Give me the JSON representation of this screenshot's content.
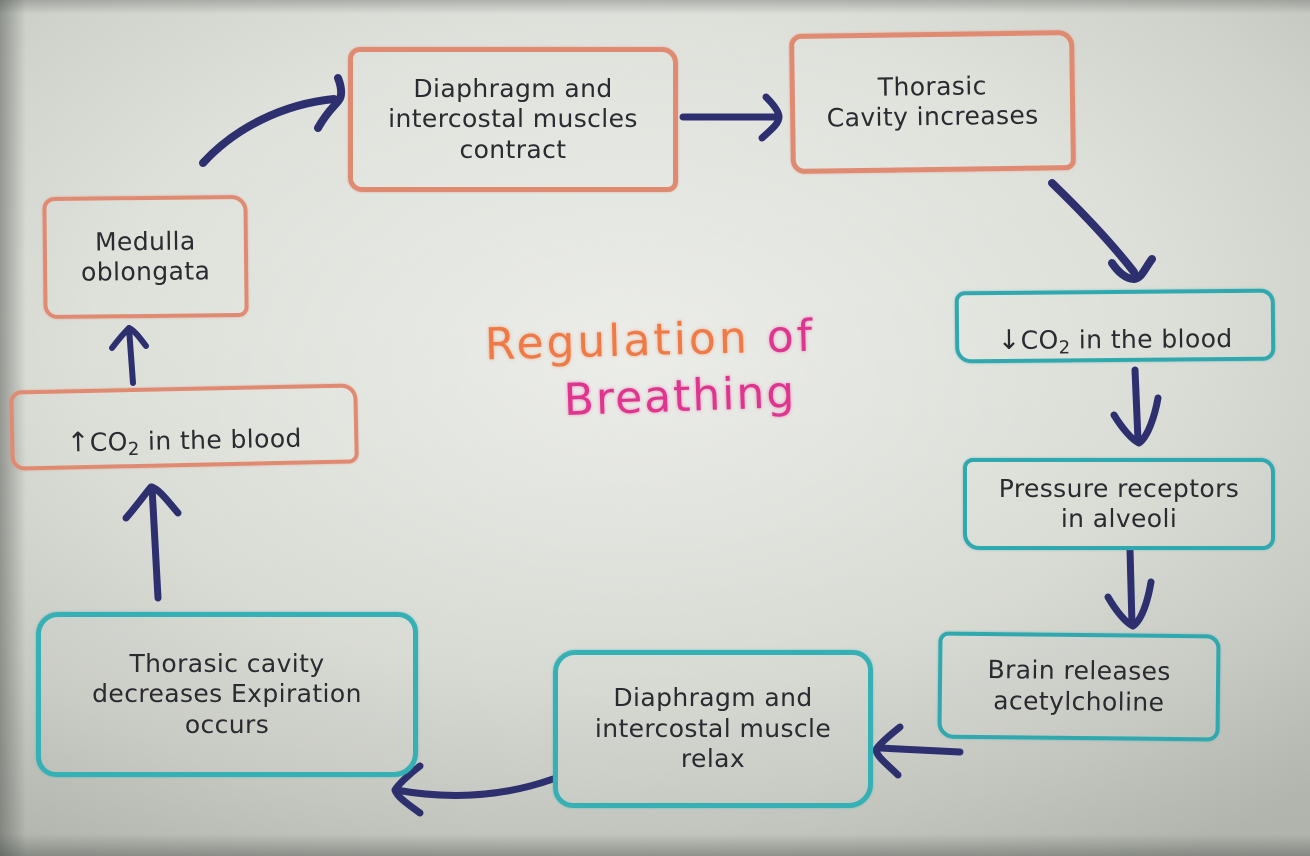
{
  "diagram": {
    "title_line1": "Regulation",
    "title_word_of": "of",
    "title_line2": "Breathing",
    "title_color_orange": "#f07a46",
    "title_color_pink": "#e0358f",
    "box_color_coral": "#e08a72",
    "box_color_teal": "#2fa8ae",
    "arrow_color": "#2d2f6e",
    "ink_color": "#2a2a30",
    "background_color": "#d9dbd4"
  },
  "nodes": [
    {
      "id": "diaphragm-contract",
      "text": "Diaphragm and\nintercostal muscles\ncontract",
      "color": "coral"
    },
    {
      "id": "thoracic-cavity-increases",
      "text": "Thorasic\nCavity increases",
      "color": "coral"
    },
    {
      "id": "co2-decrease",
      "text_prefix": "↓",
      "text_before_sub": "CO",
      "subscript": "2",
      "text_after_sub": " in the blood",
      "color": "teal"
    },
    {
      "id": "pressure-receptors",
      "text": "Pressure receptors\nin alveoli",
      "color": "teal"
    },
    {
      "id": "brain-acetylcholine",
      "text": "Brain releases\nacetylcholine",
      "color": "teal"
    },
    {
      "id": "diaphragm-relax",
      "text": "Diaphragm and\nintercostal muscle\nrelax",
      "color": "teal"
    },
    {
      "id": "thoracic-cavity-decreases",
      "text": "Thorasic cavity\ndecreases Expiration\noccurs",
      "color": "teal"
    },
    {
      "id": "co2-increase",
      "text_prefix": "↑",
      "text_before_sub": "CO",
      "subscript": "2",
      "text_after_sub": " in the blood",
      "color": "coral"
    },
    {
      "id": "medulla-oblongata",
      "text": "Medulla\noblongata",
      "color": "coral"
    }
  ],
  "node_text": {
    "diaphragm_contract": "Diaphragm and\nintercostal muscles\ncontract",
    "thoracic_increases": "Thorasic\nCavity increases",
    "co2_down_arrow": "↓",
    "co2_down_formula": "CO",
    "co2_down_sub": "2",
    "co2_down_rest": " in the blood",
    "pressure_receptors": "Pressure receptors\nin alveoli",
    "brain_acetylcholine": "Brain releases\nacetylcholine",
    "diaphragm_relax": "Diaphragm and\nintercostal muscle\nrelax",
    "thoracic_decreases": "Thorasic cavity\ndecreases Expiration\noccurs",
    "co2_up_arrow": "↑",
    "co2_up_formula": "CO",
    "co2_up_sub": "2",
    "co2_up_rest": " in the blood",
    "medulla": "Medulla\noblongata"
  },
  "edges": [
    {
      "id": "medulla-to-diaphragm-contract",
      "from": "medulla-oblongata",
      "to": "diaphragm-contract",
      "style": "curved-up-right"
    },
    {
      "id": "contract-to-thoracic-increases",
      "from": "diaphragm-contract",
      "to": "thoracic-cavity-increases",
      "style": "straight-right"
    },
    {
      "id": "thoracic-increases-to-co2-down",
      "from": "thoracic-cavity-increases",
      "to": "co2-decrease",
      "style": "curved-down-right"
    },
    {
      "id": "co2-down-to-pressure-receptors",
      "from": "co2-decrease",
      "to": "pressure-receptors",
      "style": "straight-down"
    },
    {
      "id": "pressure-receptors-to-brain",
      "from": "pressure-receptors",
      "to": "brain-acetylcholine",
      "style": "straight-down"
    },
    {
      "id": "brain-to-diaphragm-relax",
      "from": "brain-acetylcholine",
      "to": "diaphragm-relax",
      "style": "straight-left"
    },
    {
      "id": "diaphragm-relax-to-thoracic-decreases",
      "from": "diaphragm-relax",
      "to": "thoracic-cavity-decreases",
      "style": "curved-left"
    },
    {
      "id": "thoracic-decreases-to-co2-up",
      "from": "thoracic-cavity-decreases",
      "to": "co2-increase",
      "style": "straight-up"
    },
    {
      "id": "co2-up-to-medulla",
      "from": "co2-increase",
      "to": "medulla-oblongata",
      "style": "short-up"
    }
  ]
}
